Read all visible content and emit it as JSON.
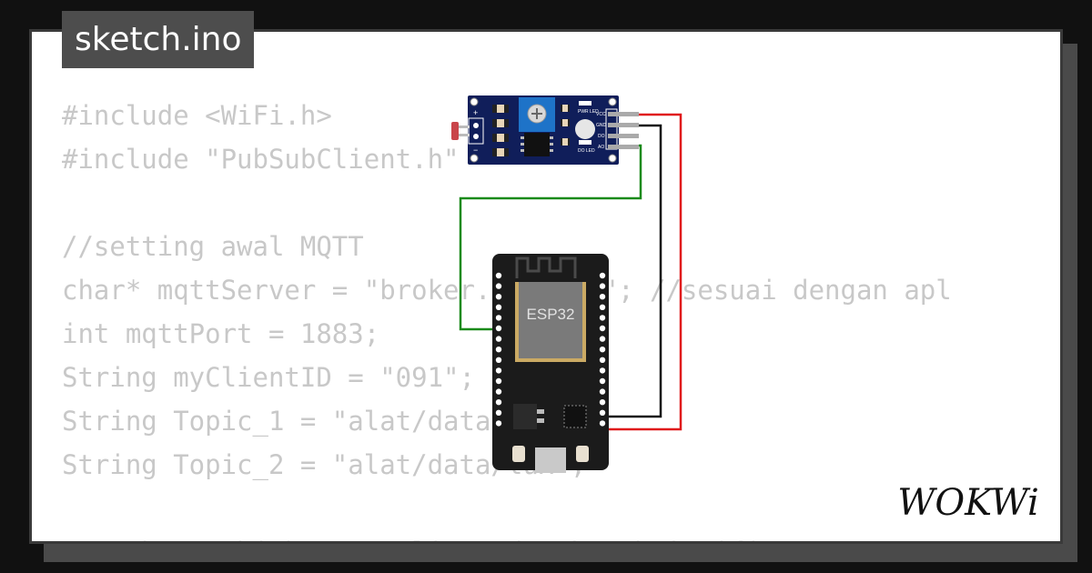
{
  "tab": {
    "label": "sketch.ino"
  },
  "code_lines": [
    "#include <WiFi.h>",
    "#include \"PubSubClient.h\"",
    "",
    "//setting awal MQTT",
    "char* mqttServer = \"broker.emqx.io\"; //sesuai dengan apl",
    "int mqttPort = 1883;",
    "String myClientID = \"091\";",
    "String Topic_1 = \"alat/data/ldr\";",
    "String Topic_2 = \"alat/data/lux\";",
    "",
    "//Membuat objek MQTT client dan koneksi wifi"
  ],
  "sensor": {
    "pin_labels": [
      "VCC",
      "GND",
      "DO",
      "AO"
    ],
    "led_labels": [
      "PWR LED",
      "DO LED"
    ],
    "power_labels": [
      "+",
      "−"
    ]
  },
  "board": {
    "chip_label": "ESP32"
  },
  "logo": {
    "text": "WOKWi"
  },
  "colors": {
    "wire_vcc": "#e0191b",
    "wire_gnd": "#111111",
    "wire_signal": "#1a8a1a",
    "sensor_pcb": "#101e5a",
    "board_pcb": "#1b1b1b"
  }
}
